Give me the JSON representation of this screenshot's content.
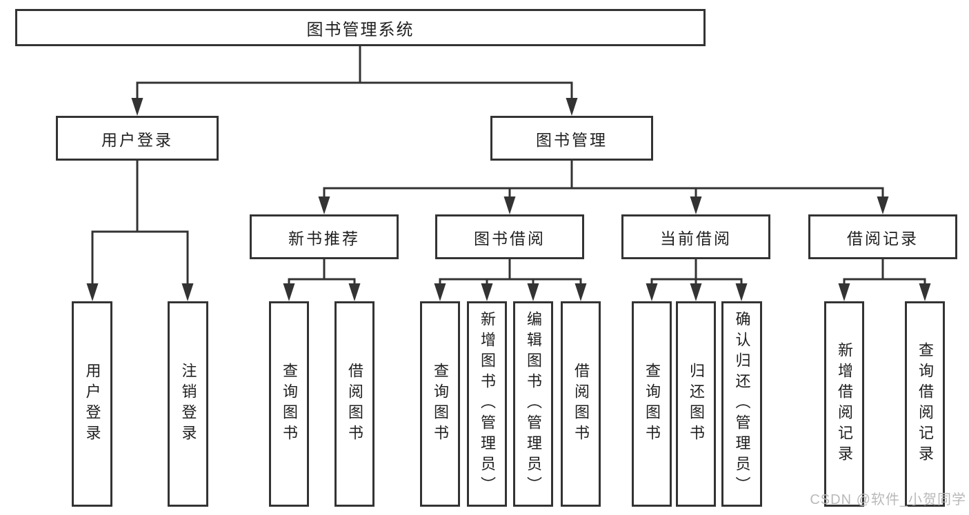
{
  "diagram": {
    "root": {
      "label": "图书管理系统",
      "children": [
        {
          "label": "用户登录",
          "children": [
            {
              "label": "用户登录"
            },
            {
              "label": "注销登录"
            }
          ]
        },
        {
          "label": "图书管理",
          "children": [
            {
              "label": "新书推荐",
              "children": [
                {
                  "label": "查询图书"
                },
                {
                  "label": "借阅图书"
                }
              ]
            },
            {
              "label": "图书借阅",
              "children": [
                {
                  "label": "查询图书"
                },
                {
                  "label": "新增图书（管理员）"
                },
                {
                  "label": "编辑图书（管理员）"
                },
                {
                  "label": "借阅图书"
                }
              ]
            },
            {
              "label": "当前借阅",
              "children": [
                {
                  "label": "查询图书"
                },
                {
                  "label": "归还图书"
                },
                {
                  "label": "确认归还（管理员）"
                }
              ]
            },
            {
              "label": "借阅记录",
              "children": [
                {
                  "label": "新增借阅记录"
                },
                {
                  "label": "查询借阅记录"
                }
              ]
            }
          ]
        }
      ]
    }
  },
  "watermark": {
    "text": "CSDN @软件_小贺同学"
  },
  "colors": {
    "line": "#333333",
    "text": "#1f1f1f",
    "background": "#ffffff",
    "watermark": "#b9b9b9"
  }
}
